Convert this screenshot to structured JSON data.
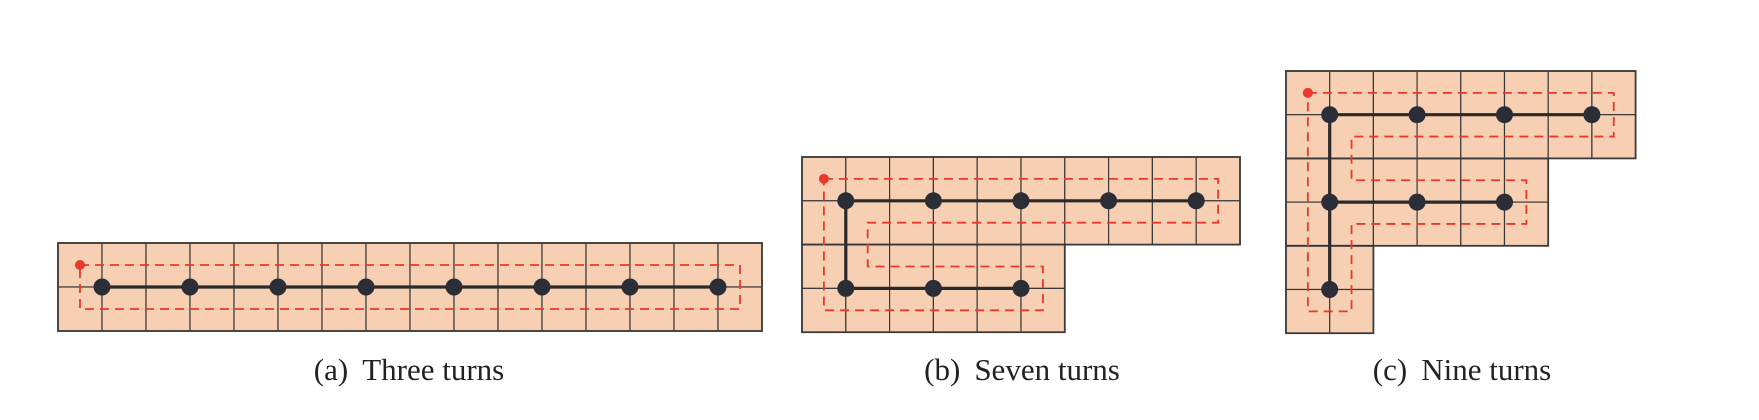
{
  "colors": {
    "cell_fill": "#f7cfb3",
    "grid_line": "#3a3a3a",
    "tree_edge": "#2a2a2a",
    "node": "#2b2e36",
    "tour": "#e8392a"
  },
  "panels": [
    {
      "tag": "(a)",
      "title": "Three turns",
      "grid": {
        "rows": 2,
        "cols": 16,
        "blocks": [
          [
            0,
            0,
            16,
            2
          ]
        ]
      },
      "nodes": [
        [
          1,
          1
        ],
        [
          3,
          1
        ],
        [
          5,
          1
        ],
        [
          7,
          1
        ],
        [
          9,
          1
        ],
        [
          11,
          1
        ],
        [
          13,
          1
        ],
        [
          15,
          1
        ]
      ],
      "edges": [
        [
          [
            1,
            1
          ],
          [
            15,
            1
          ]
        ]
      ],
      "tour": [
        [
          0.5,
          0.5
        ],
        [
          15.5,
          0.5
        ],
        [
          15.5,
          1.5
        ],
        [
          0.5,
          1.5
        ]
      ]
    },
    {
      "tag": "(b)",
      "title": "Seven turns",
      "grid": {
        "rows": 4,
        "cols": 10,
        "blocks": [
          [
            0,
            0,
            10,
            2
          ],
          [
            0,
            2,
            6,
            2
          ]
        ]
      },
      "nodes": [
        [
          1,
          1
        ],
        [
          3,
          1
        ],
        [
          5,
          1
        ],
        [
          7,
          1
        ],
        [
          9,
          1
        ],
        [
          1,
          3
        ],
        [
          3,
          3
        ],
        [
          5,
          3
        ]
      ],
      "edges": [
        [
          [
            1,
            1
          ],
          [
            9,
            1
          ]
        ],
        [
          [
            1,
            1
          ],
          [
            1,
            3
          ]
        ],
        [
          [
            1,
            3
          ],
          [
            5,
            3
          ]
        ]
      ],
      "tour": [
        [
          0.5,
          0.5
        ],
        [
          9.5,
          0.5
        ],
        [
          9.5,
          1.5
        ],
        [
          1.5,
          1.5
        ],
        [
          1.5,
          2.5
        ],
        [
          5.5,
          2.5
        ],
        [
          5.5,
          3.5
        ],
        [
          0.5,
          3.5
        ]
      ]
    },
    {
      "tag": "(c)",
      "title": "Nine turns",
      "grid": {
        "rows": 6,
        "cols": 8,
        "blocks": [
          [
            0,
            0,
            8,
            2
          ],
          [
            0,
            2,
            6,
            2
          ],
          [
            0,
            4,
            2,
            2
          ]
        ]
      },
      "nodes": [
        [
          1,
          1
        ],
        [
          3,
          1
        ],
        [
          5,
          1
        ],
        [
          7,
          1
        ],
        [
          1,
          3
        ],
        [
          3,
          3
        ],
        [
          5,
          3
        ],
        [
          1,
          5
        ]
      ],
      "edges": [
        [
          [
            1,
            1
          ],
          [
            7,
            1
          ]
        ],
        [
          [
            1,
            1
          ],
          [
            1,
            5
          ]
        ],
        [
          [
            1,
            3
          ],
          [
            5,
            3
          ]
        ]
      ],
      "tour": [
        [
          0.5,
          0.5
        ],
        [
          7.5,
          0.5
        ],
        [
          7.5,
          1.5
        ],
        [
          1.5,
          1.5
        ],
        [
          1.5,
          2.5
        ],
        [
          5.5,
          2.5
        ],
        [
          5.5,
          3.5
        ],
        [
          1.5,
          3.5
        ],
        [
          1.5,
          5.5
        ],
        [
          0.5,
          5.5
        ]
      ]
    }
  ]
}
